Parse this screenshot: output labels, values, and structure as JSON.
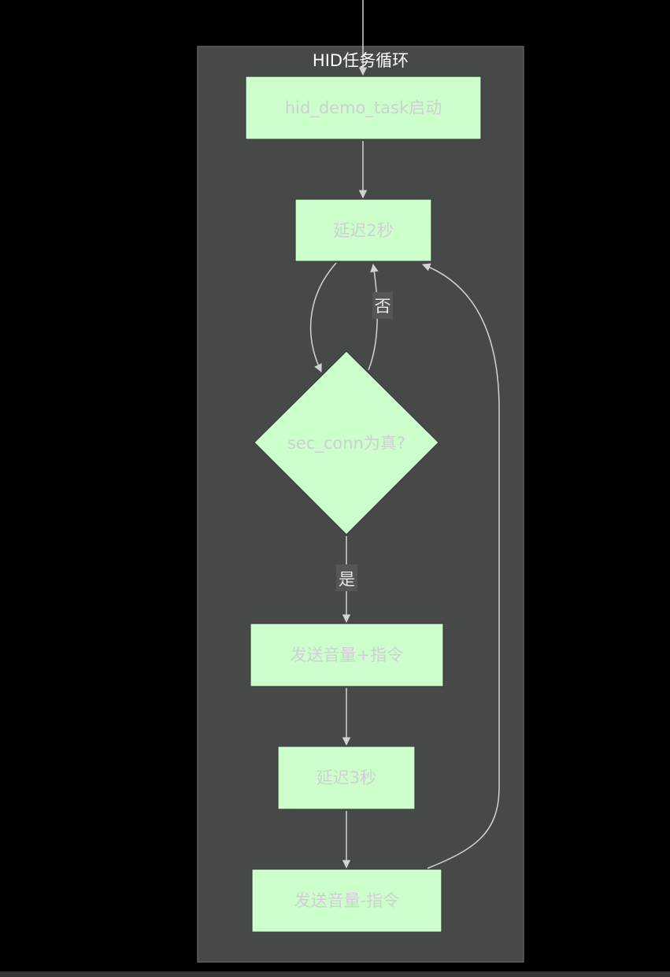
{
  "cluster": {
    "title": "HID任务循环"
  },
  "nodes": {
    "start": "hid_demo_task启动",
    "delay2": "延迟2秒",
    "check": "sec_conn为真?",
    "vol_up": "发送音量+指令",
    "delay3": "延迟3秒",
    "vol_down": "发送音量-指令"
  },
  "edges": {
    "no_label": "否",
    "yes_label": "是"
  },
  "colors": {
    "background": "#000000",
    "cluster_fill": "#474948",
    "node_fill": "#ccffcc",
    "node_text": "#d0cfd4",
    "edge": "#d3d3d3"
  }
}
